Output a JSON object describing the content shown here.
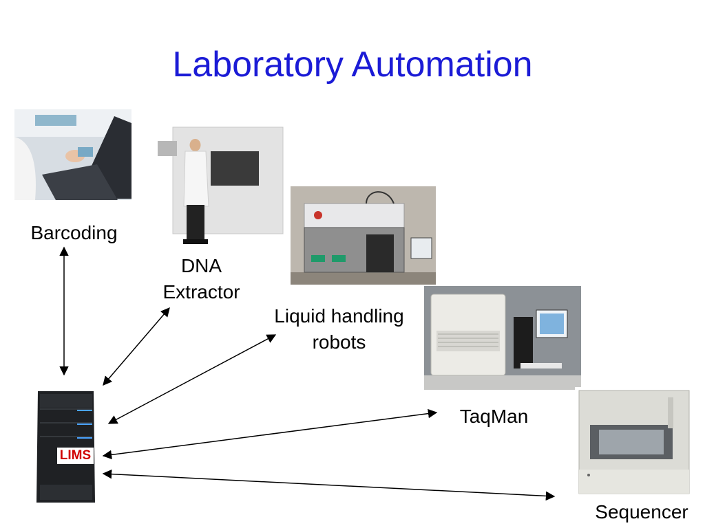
{
  "slide": {
    "title": "Laboratory Automation"
  },
  "nodes": {
    "barcoding": {
      "label": "Barcoding"
    },
    "dna_extractor": {
      "line1": "DNA",
      "line2": "Extractor"
    },
    "liquid_handling": {
      "line1": "Liquid handling",
      "line2": "robots"
    },
    "taqman": {
      "label": "TaqMan"
    },
    "sequencer": {
      "label": "Sequencer"
    },
    "lims": {
      "label": "LIMS"
    }
  },
  "colors": {
    "title": "#1b1bd6",
    "lims_label": "#d00000",
    "arrows": "#000000"
  }
}
